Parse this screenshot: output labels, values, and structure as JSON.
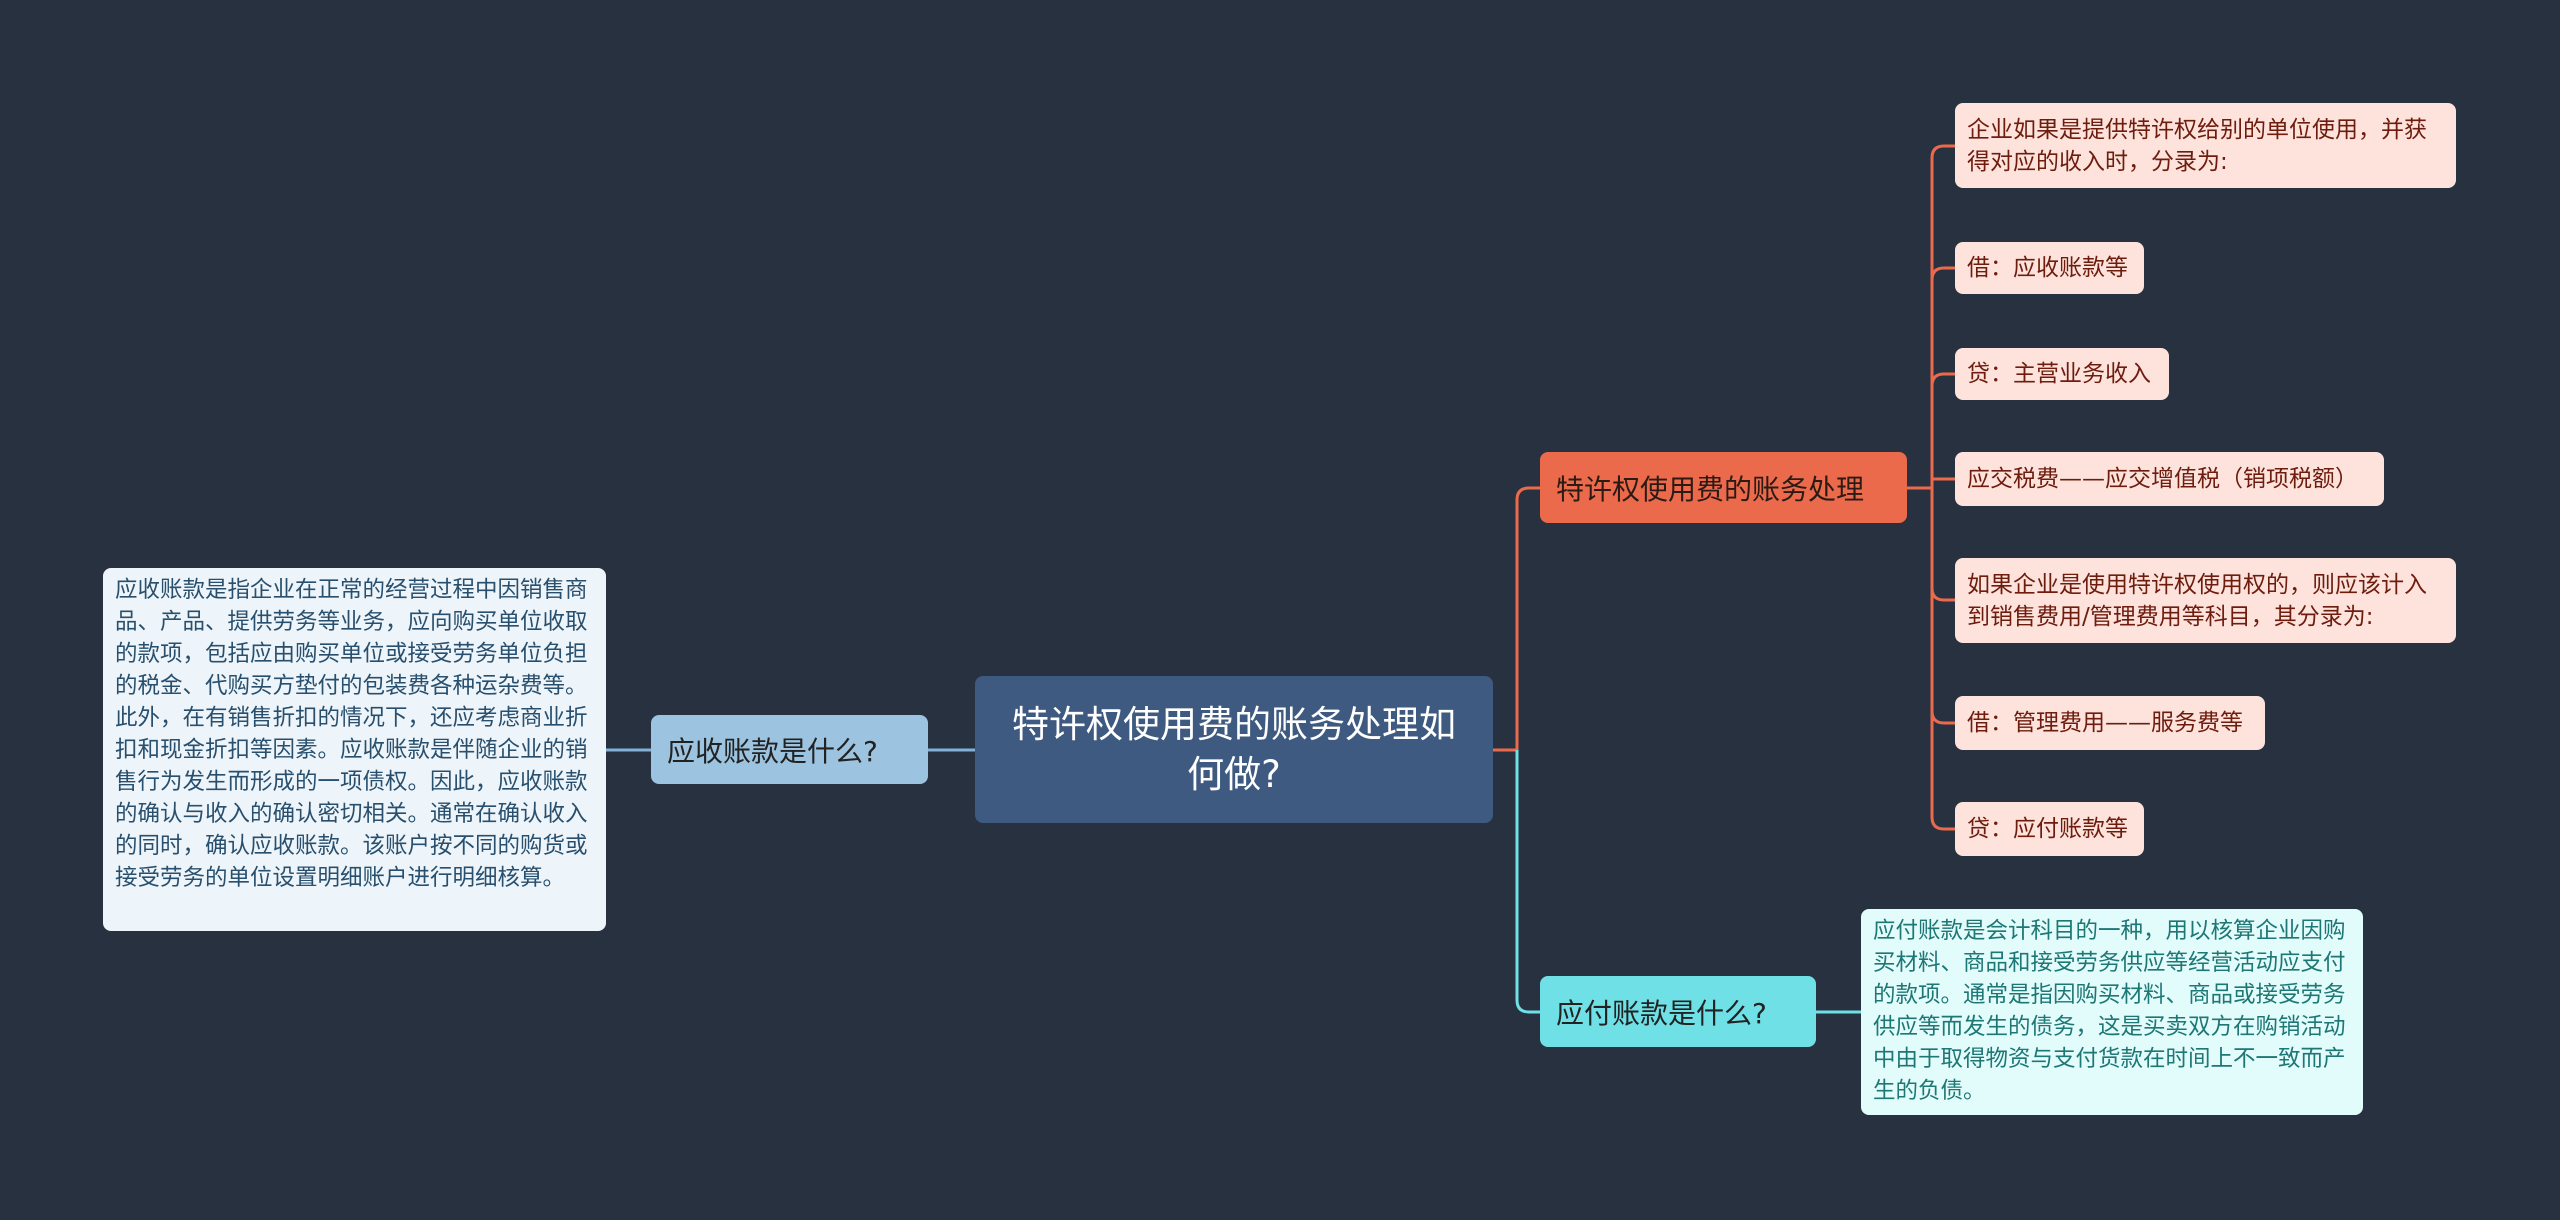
{
  "colors": {
    "background": "#283140",
    "center": "#3e5a80",
    "orange": "#ec6a4c",
    "cyan": "#6fe0e6",
    "blue": "#9cc3df"
  },
  "center": {
    "title": "特许权使用费的账务处理如何做?"
  },
  "left_branch": {
    "title": "应收账款是什么?",
    "text": "应收账款是指企业在正常的经营过程中因销售商品、产品、提供劳务等业务，应向购买单位收取的款项，包括应由购买单位或接受劳务单位负担的税金、代购买方垫付的包装费各种运杂费等。此外，在有销售折扣的情况下，还应考虑商业折扣和现金折扣等因素。应收账款是伴随企业的销售行为发生而形成的一项债权。因此，应收账款的确认与收入的确认密切相关。通常在确认收入的同时，确认应收账款。该账户按不同的购货或接受劳务的单位设置明细账户进行明细核算。"
  },
  "orange_branch": {
    "title": "特许权使用费的账务处理",
    "leaves": [
      "企业如果是提供特许权给别的单位使用，并获得对应的收入时，分录为:",
      "借：应收账款等",
      "贷：主营业务收入",
      "应交税费——应交增值税（销项税额）",
      "如果企业是使用特许权使用权的，则应该计入到销售费用/管理费用等科目，其分录为:",
      "借：管理费用——服务费等",
      "贷：应付账款等"
    ]
  },
  "cyan_branch": {
    "title": "应付账款是什么?",
    "text": "应付账款是会计科目的一种，用以核算企业因购买材料、商品和接受劳务供应等经营活动应支付的款项。通常是指因购买材料、商品或接受劳务供应等而发生的债务，这是买卖双方在购销活动中由于取得物资与支付货款在时间上不一致而产生的负债。"
  }
}
